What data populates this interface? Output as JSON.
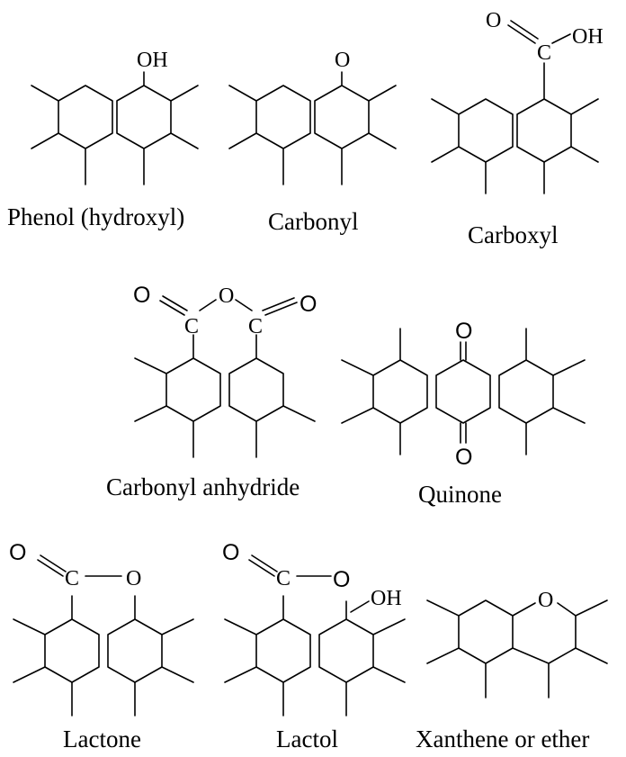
{
  "atoms": {
    "oh": "OH",
    "o": "O",
    "c": "C"
  },
  "groups": [
    {
      "id": "phenol",
      "caption": "Phenol (hydroxyl)"
    },
    {
      "id": "carbonyl",
      "caption": "Carbonyl"
    },
    {
      "id": "carboxyl",
      "caption": "Carboxyl"
    },
    {
      "id": "anhydride",
      "caption": "Carbonyl anhydride"
    },
    {
      "id": "quinone",
      "caption": "Quinone"
    },
    {
      "id": "lactone",
      "caption": "Lactone"
    },
    {
      "id": "lactol",
      "caption": "Lactol"
    },
    {
      "id": "xanthene",
      "caption": "Xanthene or ether"
    }
  ]
}
